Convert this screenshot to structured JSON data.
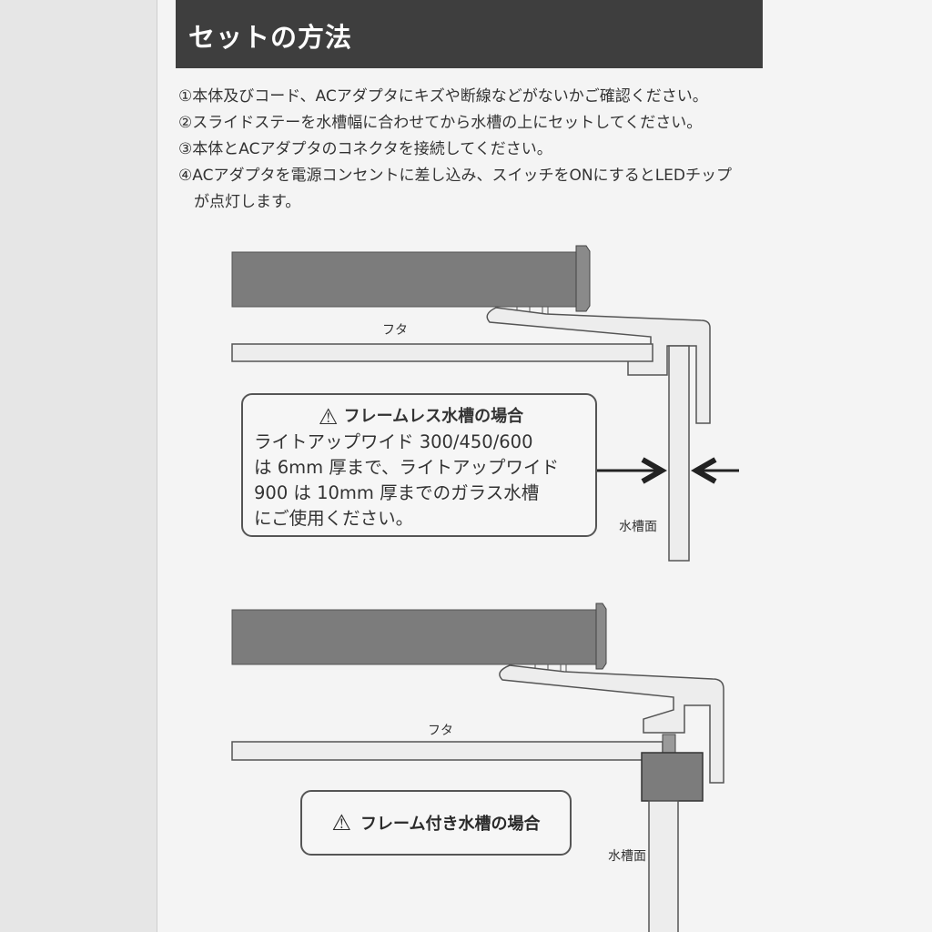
{
  "header": {
    "title": "セットの方法"
  },
  "steps": [
    "①本体及びコード、ACアダプタにキズや断線などがないかご確認ください。",
    "②スライドステーを水槽幅に合わせてから水槽の上にセットしてください。",
    "③本体とACアダプタのコネクタを接続してください。",
    "④ACアダプタを電源コンセントに差し込み、スイッチをONにするとLEDチップ",
    "が点灯します。"
  ],
  "diagram1": {
    "lid_label": "フタ",
    "tank_label": "水槽面",
    "notice_title": "フレームレス水槽の場合",
    "notice_lines": [
      "ライトアップワイド 300/450/600",
      "は 6mm 厚まで、ライトアップワイド",
      "900 は 10mm 厚までのガラス水槽",
      "にご使用ください。"
    ]
  },
  "diagram2": {
    "lid_label": "フタ",
    "tank_label": "水槽面",
    "notice_title": "フレーム付き水槽の場合"
  },
  "icons": {
    "warning": "⚠"
  },
  "colors": {
    "header_bg": "#3e3e3e",
    "lamp_body": "#7c7c7c"
  }
}
